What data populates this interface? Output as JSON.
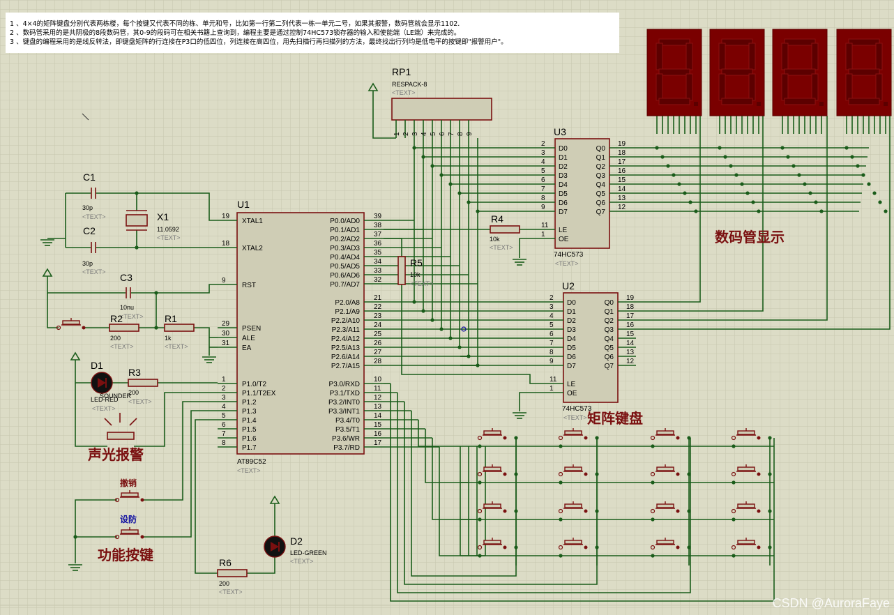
{
  "notes": [
    "1 、4×4的矩阵键盘分别代表两栋楼，每个按键又代表不同的栋、单元和号，比如第一行第二列代表一栋一单元二号，如果其报警，数码管就会显示1102.",
    "2 、数码管采用的是共阴极的8段数码管，其0-9的段码可在相关书籍上查询到，编程主要是通过控制74HC573锁存器的输入和使能端（LE端）来完成的。",
    "3 、键盘的编程采用的是线反转法，即键盘矩阵的行连接在P3口的低四位，列连接在高四位，用先扫描行再扫描列的方法，最终找出行列均是低电平的按键即\"报警用户\"。"
  ],
  "placeholder_text": "<TEXT>",
  "colors": {
    "background": "#dcdcc6",
    "grid": "#c8c8b0",
    "wire": "#1a5c1a",
    "component": "#7a1010",
    "chip_fill": "#cfcdb5",
    "label_cn": "#7a1010",
    "label_blue": "#1010a0",
    "watermark": "#ffffff"
  },
  "components": {
    "rp1": {
      "ref": "RP1",
      "value": "RESPACK-8",
      "pins": [
        "1",
        "2",
        "3",
        "4",
        "5",
        "6",
        "7",
        "8",
        "9"
      ]
    },
    "c1": {
      "ref": "C1",
      "value": "30p"
    },
    "c2": {
      "ref": "C2",
      "value": "30p"
    },
    "c3": {
      "ref": "C3",
      "value": "10nu"
    },
    "x1": {
      "ref": "X1",
      "value": "11.0592"
    },
    "r1": {
      "ref": "R1",
      "value": "1k"
    },
    "r2": {
      "ref": "R2",
      "value": "200"
    },
    "r3": {
      "ref": "R3",
      "value": "200"
    },
    "r4": {
      "ref": "R4",
      "value": "10k"
    },
    "r5": {
      "ref": "R5",
      "value": "10k"
    },
    "r6": {
      "ref": "R6",
      "value": "200"
    },
    "d1": {
      "ref": "D1",
      "value": "LED-RED"
    },
    "d2": {
      "ref": "D2",
      "value": "LED-GREEN"
    },
    "buzzer": {
      "value": "SOUNDER"
    },
    "u1": {
      "ref": "U1",
      "value": "AT89C52",
      "left_pins": [
        {
          "num": "19",
          "name": "XTAL1"
        },
        {
          "num": "18",
          "name": "XTAL2"
        },
        {
          "num": "9",
          "name": "RST"
        },
        {
          "num": "29",
          "name": "PSEN"
        },
        {
          "num": "30",
          "name": "ALE"
        },
        {
          "num": "31",
          "name": "EA"
        },
        {
          "num": "1",
          "name": "P1.0/T2"
        },
        {
          "num": "2",
          "name": "P1.1/T2EX"
        },
        {
          "num": "3",
          "name": "P1.2"
        },
        {
          "num": "4",
          "name": "P1.3"
        },
        {
          "num": "5",
          "name": "P1.4"
        },
        {
          "num": "6",
          "name": "P1.5"
        },
        {
          "num": "7",
          "name": "P1.6"
        },
        {
          "num": "8",
          "name": "P1.7"
        }
      ],
      "right_pins": [
        {
          "num": "39",
          "name": "P0.0/AD0"
        },
        {
          "num": "38",
          "name": "P0.1/AD1"
        },
        {
          "num": "37",
          "name": "P0.2/AD2"
        },
        {
          "num": "36",
          "name": "P0.3/AD3"
        },
        {
          "num": "35",
          "name": "P0.4/AD4"
        },
        {
          "num": "34",
          "name": "P0.5/AD5"
        },
        {
          "num": "33",
          "name": "P0.6/AD6"
        },
        {
          "num": "32",
          "name": "P0.7/AD7"
        },
        {
          "num": "21",
          "name": "P2.0/A8"
        },
        {
          "num": "22",
          "name": "P2.1/A9"
        },
        {
          "num": "23",
          "name": "P2.2/A10"
        },
        {
          "num": "24",
          "name": "P2.3/A11"
        },
        {
          "num": "25",
          "name": "P2.4/A12"
        },
        {
          "num": "26",
          "name": "P2.5/A13"
        },
        {
          "num": "27",
          "name": "P2.6/A14"
        },
        {
          "num": "28",
          "name": "P2.7/A15"
        },
        {
          "num": "10",
          "name": "P3.0/RXD"
        },
        {
          "num": "11",
          "name": "P3.1/TXD"
        },
        {
          "num": "12",
          "name": "P3.2/INT0"
        },
        {
          "num": "13",
          "name": "P3.3/INT1"
        },
        {
          "num": "14",
          "name": "P3.4/T0"
        },
        {
          "num": "15",
          "name": "P3.5/T1"
        },
        {
          "num": "16",
          "name": "P3.6/WR"
        },
        {
          "num": "17",
          "name": "P3.7/RD"
        }
      ]
    },
    "u3": {
      "ref": "U3",
      "value": "74HC573",
      "d_pins": [
        "2",
        "3",
        "4",
        "5",
        "6",
        "7",
        "8",
        "9"
      ],
      "d_names": [
        "D0",
        "D1",
        "D2",
        "D3",
        "D4",
        "D5",
        "D6",
        "D7"
      ],
      "q_pins": [
        "19",
        "18",
        "17",
        "16",
        "15",
        "14",
        "13",
        "12"
      ],
      "q_names": [
        "Q0",
        "Q1",
        "Q2",
        "Q3",
        "Q4",
        "Q5",
        "Q6",
        "Q7"
      ],
      "ctrl": [
        {
          "num": "11",
          "name": "LE"
        },
        {
          "num": "1",
          "name": "OE"
        }
      ]
    },
    "u2": {
      "ref": "U2",
      "value": "74HC573",
      "d_pins": [
        "2",
        "3",
        "4",
        "5",
        "6",
        "7",
        "8",
        "9"
      ],
      "d_names": [
        "D0",
        "D1",
        "D2",
        "D3",
        "D4",
        "D5",
        "D6",
        "D7"
      ],
      "q_pins": [
        "19",
        "18",
        "17",
        "16",
        "15",
        "14",
        "13",
        "12"
      ],
      "q_names": [
        "Q0",
        "Q1",
        "Q2",
        "Q3",
        "Q4",
        "Q5",
        "Q6",
        "Q7"
      ],
      "ctrl": [
        {
          "num": "11",
          "name": "LE"
        },
        {
          "num": "1",
          "name": "OE"
        }
      ]
    }
  },
  "labels": {
    "display": "数码管显示",
    "keypad": "矩阵键盘",
    "alarm": "声光报警",
    "function_keys": "功能按键",
    "cancel": "撤销",
    "arm": "设防"
  },
  "watermark": "CSDN @AuroraFaye"
}
